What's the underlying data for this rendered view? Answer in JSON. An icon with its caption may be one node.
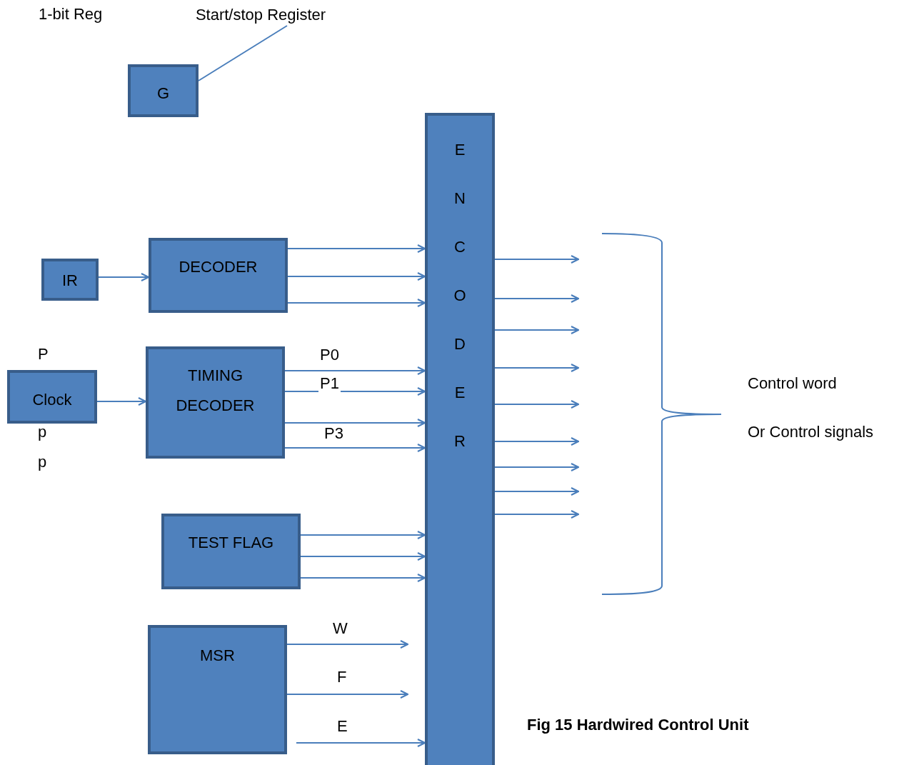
{
  "diagram": {
    "caption": "Fig 15 Hardwired Control Unit",
    "nodes": [
      {
        "text": [
          "Start/stop Register"
        ]
      },
      {
        "text": [
          "G"
        ]
      },
      {
        "text": [
          "ENCODER"
        ]
      },
      {
        "text": [
          "DECODER"
        ]
      },
      {
        "text": [
          "IR"
        ]
      },
      {
        "text": [
          "TIMING DECODER"
        ]
      },
      {
        "text": [
          "Clock"
        ]
      },
      {
        "text": [
          "TEST FLAG"
        ]
      },
      {
        "text": [
          "MSR"
        ]
      }
    ],
    "edges": [
      {
        "from": 1,
        "to": 0,
        "arrow": "none"
      },
      {
        "from": 4,
        "to": 3,
        "arrow": "to"
      },
      {
        "from": 3,
        "to": 2,
        "arrow": "to"
      },
      {
        "from": 3,
        "to": 2,
        "arrow": "to"
      },
      {
        "from": 3,
        "to": 2,
        "arrow": "to"
      },
      {
        "from": 6,
        "to": 5,
        "arrow": "to"
      },
      {
        "from": 5,
        "to": 2,
        "arrow": "to",
        "label": "P0"
      },
      {
        "from": 5,
        "to": 2,
        "arrow": "to",
        "label": "P1"
      },
      {
        "from": 5,
        "to": 2,
        "arrow": "to"
      },
      {
        "from": 5,
        "to": 2,
        "arrow": "to",
        "label": "P3"
      },
      {
        "from": 7,
        "to": 2,
        "arrow": "to"
      },
      {
        "from": 7,
        "to": 2,
        "arrow": "to"
      },
      {
        "from": 7,
        "to": 2,
        "arrow": "to"
      },
      {
        "from": 8,
        "to": 2,
        "arrow": "to",
        "label": "W"
      },
      {
        "from": 8,
        "to": 2,
        "arrow": "to",
        "label": "F"
      },
      {
        "from": 8,
        "to": 2,
        "arrow": "to",
        "label": "E"
      },
      {
        "from": 2,
        "to": null,
        "arrow": "to"
      },
      {
        "from": 2,
        "to": null,
        "arrow": "to"
      },
      {
        "from": 2,
        "to": null,
        "arrow": "to"
      },
      {
        "from": 2,
        "to": null,
        "arrow": "to"
      },
      {
        "from": 2,
        "to": null,
        "arrow": "to"
      },
      {
        "from": 2,
        "to": null,
        "arrow": "to"
      },
      {
        "from": 2,
        "to": null,
        "arrow": "to"
      },
      {
        "from": 2,
        "to": null,
        "arrow": "to"
      },
      {
        "from": 2,
        "to": null,
        "arrow": "to"
      }
    ],
    "labels": [
      "1-bit Reg",
      "P",
      "p",
      "p",
      "Control word",
      "Or Control signals"
    ]
  }
}
